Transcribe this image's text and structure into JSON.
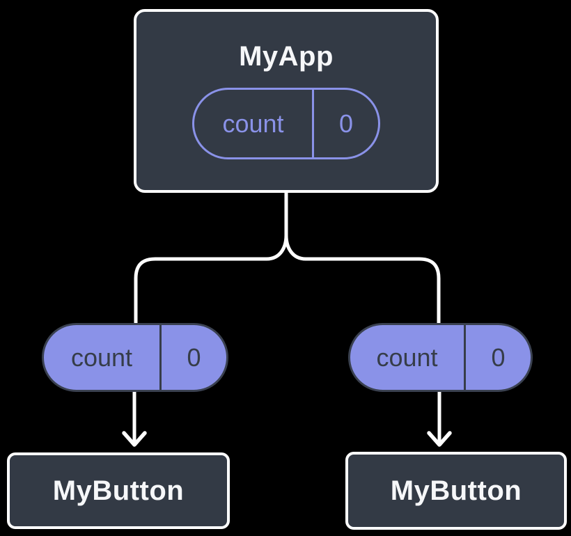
{
  "diagram": {
    "description": "React component tree showing state lifted to a parent and passed down as props",
    "colors": {
      "background": "#000000",
      "node_fill": "#333a45",
      "node_border": "#ffffff",
      "accent_purple": "#8a92e8",
      "pill_dark_text": "#363d49",
      "title_text": "#f6f7f9",
      "connector": "#ffffff"
    },
    "root": {
      "title": "MyApp",
      "state": {
        "name": "count",
        "value": "0"
      }
    },
    "children": [
      {
        "title": "MyButton",
        "prop": {
          "name": "count",
          "value": "0"
        }
      },
      {
        "title": "MyButton",
        "prop": {
          "name": "count",
          "value": "0"
        }
      }
    ]
  }
}
